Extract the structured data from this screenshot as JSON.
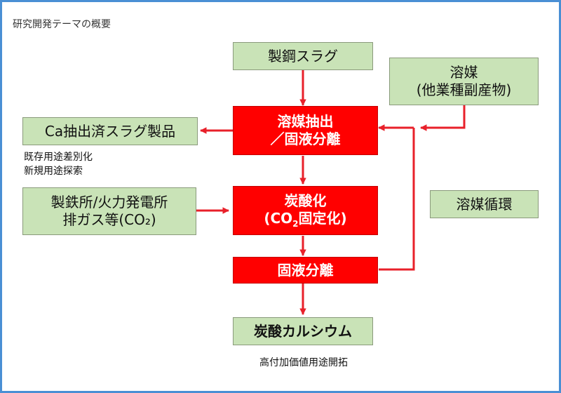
{
  "title": "研究開発テーマの概要",
  "boxes": {
    "steel_slag": "製鋼スラグ",
    "solvent_line1": "溶媒",
    "solvent_line2": "(他業種副産物)",
    "extract_line1": "溶媒抽出",
    "extract_line2": "／固液分離",
    "ca_product": "Ca抽出済スラグ製品",
    "source_line1": "製鉄所/火力発電所",
    "source_line2": "排ガス等(CO₂)",
    "carbonation_line1": "炭酸化",
    "carbonation_line2_pre": "(CO",
    "carbonation_line2_sub": "2",
    "carbonation_line2_post": "固定化)",
    "solid_liquid": "固液分離",
    "solvent_cycle": "溶媒循環",
    "calcium_carbonate": "炭酸カルシウム"
  },
  "notes": {
    "ca_product_line1": "既存用途差別化",
    "ca_product_line2": "新規用途探索",
    "caco3": "高付加価値用途開拓"
  },
  "colors": {
    "green_box": "#c9e3b7",
    "red_box": "#ff0000",
    "arrow": "#e8202a",
    "frame": "#4a8fd4"
  }
}
